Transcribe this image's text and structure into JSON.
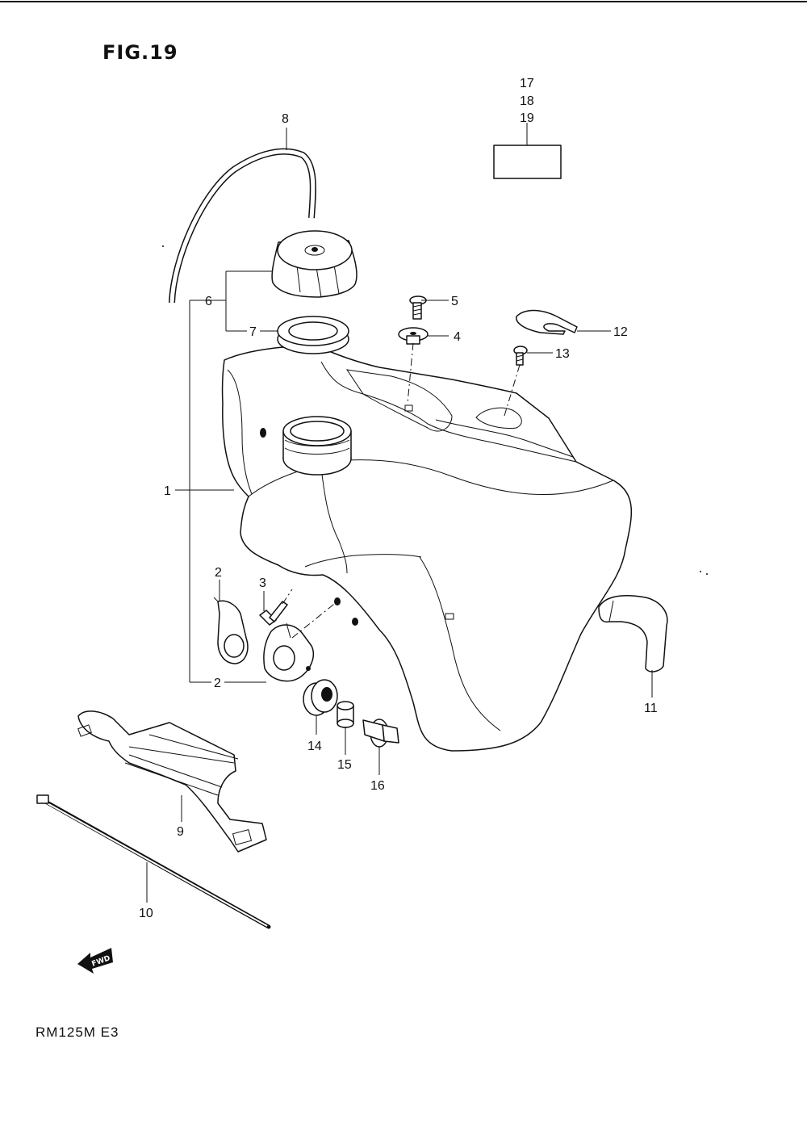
{
  "figure": {
    "title": "FIG.19",
    "model": "RM125M  E3",
    "fwd_label": "FWD"
  },
  "callouts": {
    "p1": "1",
    "p2a": "2",
    "p2b": "2",
    "p3": "3",
    "p4": "4",
    "p5": "5",
    "p6": "6",
    "p7": "7",
    "p8": "8",
    "p9": "9",
    "p10": "10",
    "p11": "11",
    "p12": "12",
    "p13": "13",
    "p14": "14",
    "p15": "15",
    "p16": "16",
    "p17": "17",
    "p18": "18",
    "p19": "19"
  },
  "colors": {
    "ink": "#111111",
    "paper": "#ffffff"
  }
}
